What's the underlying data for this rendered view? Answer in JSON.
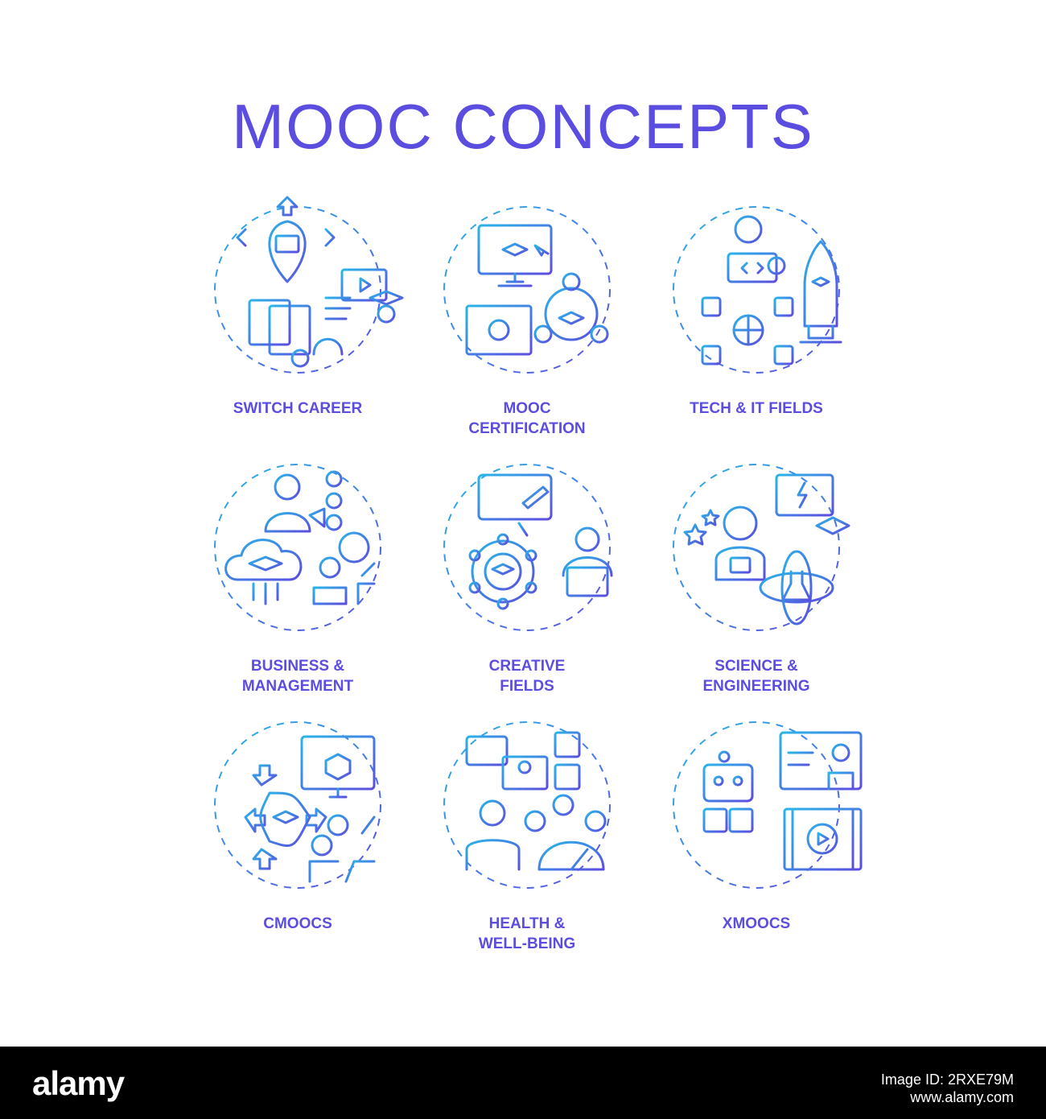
{
  "title": "MOOC CONCEPTS",
  "colors": {
    "accent": "#5b4de0",
    "gradient_start": "#2ab4e8",
    "gradient_end": "#5b4de0"
  },
  "concepts": [
    {
      "lines": [
        "SWITCH CAREER"
      ],
      "icon": "career-switch-icon"
    },
    {
      "lines": [
        "MOOC",
        "CERTIFICATION"
      ],
      "icon": "certification-icon"
    },
    {
      "lines": [
        "TECH & IT FIELDS"
      ],
      "icon": "tech-it-icon"
    },
    {
      "lines": [
        "BUSINESS &",
        "MANAGEMENT"
      ],
      "icon": "business-management-icon"
    },
    {
      "lines": [
        "CREATIVE",
        "FIELDS"
      ],
      "icon": "creative-fields-icon"
    },
    {
      "lines": [
        "SCIENCE &",
        "ENGINEERING"
      ],
      "icon": "science-engineering-icon"
    },
    {
      "lines": [
        "CMOOCS"
      ],
      "icon": "cmoocs-icon"
    },
    {
      "lines": [
        "HEALTH &",
        "WELL-BEING"
      ],
      "icon": "health-wellbeing-icon"
    },
    {
      "lines": [
        "XMOOCS"
      ],
      "icon": "xmoocs-icon"
    }
  ],
  "footer": {
    "brand": "alamy",
    "image_id_label": "Image ID: 2RXE79M",
    "site": "www.alamy.com"
  }
}
